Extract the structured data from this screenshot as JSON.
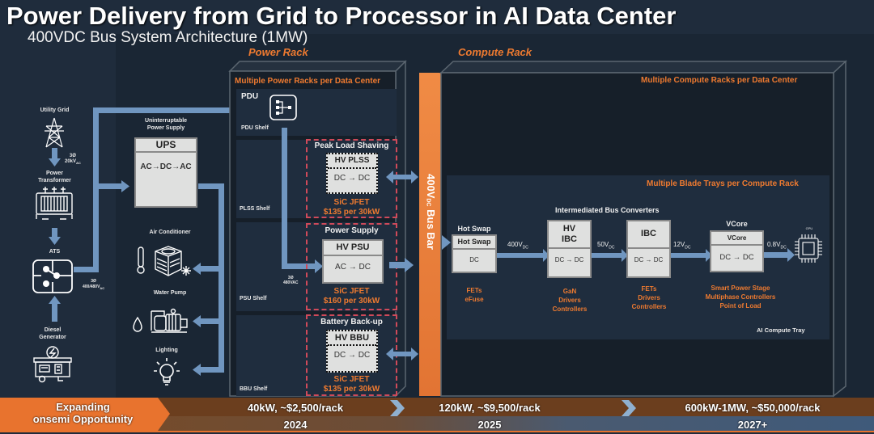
{
  "header": {
    "title": "Power Delivery from Grid to Processor in AI Data Center",
    "subtitle": "400VDC Bus System Architecture (1MW)"
  },
  "grid_side": {
    "utility_grid": "Utility Grid",
    "grid_voltage_phase": "3Ø",
    "grid_voltage": "20kV",
    "grid_voltage_sub": "AC",
    "power_transformer": [
      "Power",
      "Transformer"
    ],
    "ats": "ATS",
    "ats_voltage_phase": "3Ø",
    "ats_voltage": "400/480V",
    "ats_voltage_sub": "AC",
    "diesel_generator": [
      "Diesel",
      "Generator"
    ]
  },
  "facility": {
    "ups_caption": [
      "Uninterruptable",
      "Power Supply"
    ],
    "ups_box": {
      "top": "UPS",
      "bottom": "AC→DC→AC"
    },
    "air_conditioner": "Air Conditioner",
    "water_pump": "Water Pump",
    "lighting": "Lighting"
  },
  "power_rack": {
    "label": "Power Rack",
    "header": "Multiple Power Racks per Data Center",
    "pdu_title": "PDU",
    "pdu_shelf": "PDU Shelf",
    "plss_shelf": "PLSS Shelf",
    "psu_shelf": "PSU Shelf",
    "bbu_shelf": "BBU Shelf",
    "psu_input_phase": "3Ø",
    "psu_input": "480VAC",
    "sections": [
      {
        "title": "Peak Load Shaving",
        "box_top": "HV PLSS",
        "box_bottom": "DC → DC",
        "tech": "SiC JFET",
        "price": "$135 per 30kW"
      },
      {
        "title": "Power Supply",
        "box_top": "HV PSU",
        "box_bottom": "AC → DC",
        "tech": "SiC JFET",
        "price": "$160 per 30kW"
      },
      {
        "title": "Battery Back-up",
        "box_top": "HV BBU",
        "box_bottom": "DC → DC",
        "tech": "SiC JFET",
        "price": "$135 per 30kW"
      }
    ]
  },
  "bus_bar": {
    "main": "400V",
    "sub": "DC",
    "rest": " Bus Bar"
  },
  "compute_rack": {
    "label": "Compute Rack",
    "header": "Multiple Compute Racks per Data Center",
    "tray_header": "Multiple  Blade Trays per Compute Rack",
    "ibc_group": "Intermediated Bus Converters",
    "tray_label": "AI Compute Tray",
    "gpu_label": "GPU",
    "stages": [
      {
        "caption": "Hot Swap",
        "box_top": "Hot Swap",
        "box_bottom": "DC",
        "notes": [
          "FETs",
          "eFuse"
        ]
      },
      {
        "caption": "",
        "box_top": "HV IBC",
        "box_bottom": "DC → DC",
        "notes": [
          "GaN",
          "Drivers",
          "Controllers"
        ]
      },
      {
        "caption": "",
        "box_top": "IBC",
        "box_bottom": "DC → DC",
        "notes": [
          "FETs",
          "Drivers",
          "Controllers"
        ]
      },
      {
        "caption": "VCore",
        "box_top": "VCore",
        "box_bottom": "DC → DC",
        "notes": [
          "Smart Power Stage",
          "Multiphase Controllers",
          "Point of Load"
        ]
      }
    ],
    "voltages": [
      {
        "v": "400V",
        "sub": "DC"
      },
      {
        "v": "50V",
        "sub": "DC"
      },
      {
        "v": "12V",
        "sub": "DC"
      },
      {
        "v": "0.8V",
        "sub": "DC"
      }
    ]
  },
  "footer": {
    "opportunity": [
      "Expanding",
      "onsemi Opportunity"
    ],
    "milestones": [
      {
        "value": "40kW, ~$2,500/rack",
        "year": "2024"
      },
      {
        "value": "120kW, ~$9,500/rack",
        "year": "2025"
      },
      {
        "value": "600kW-1MW, ~$50,000/rack",
        "year": "2027+"
      }
    ]
  },
  "colors": {
    "accent_orange": "#ee7a30",
    "pipe_blue": "#7096c0",
    "dashed_red": "#d04a5a",
    "background": "#1f2c3c"
  }
}
